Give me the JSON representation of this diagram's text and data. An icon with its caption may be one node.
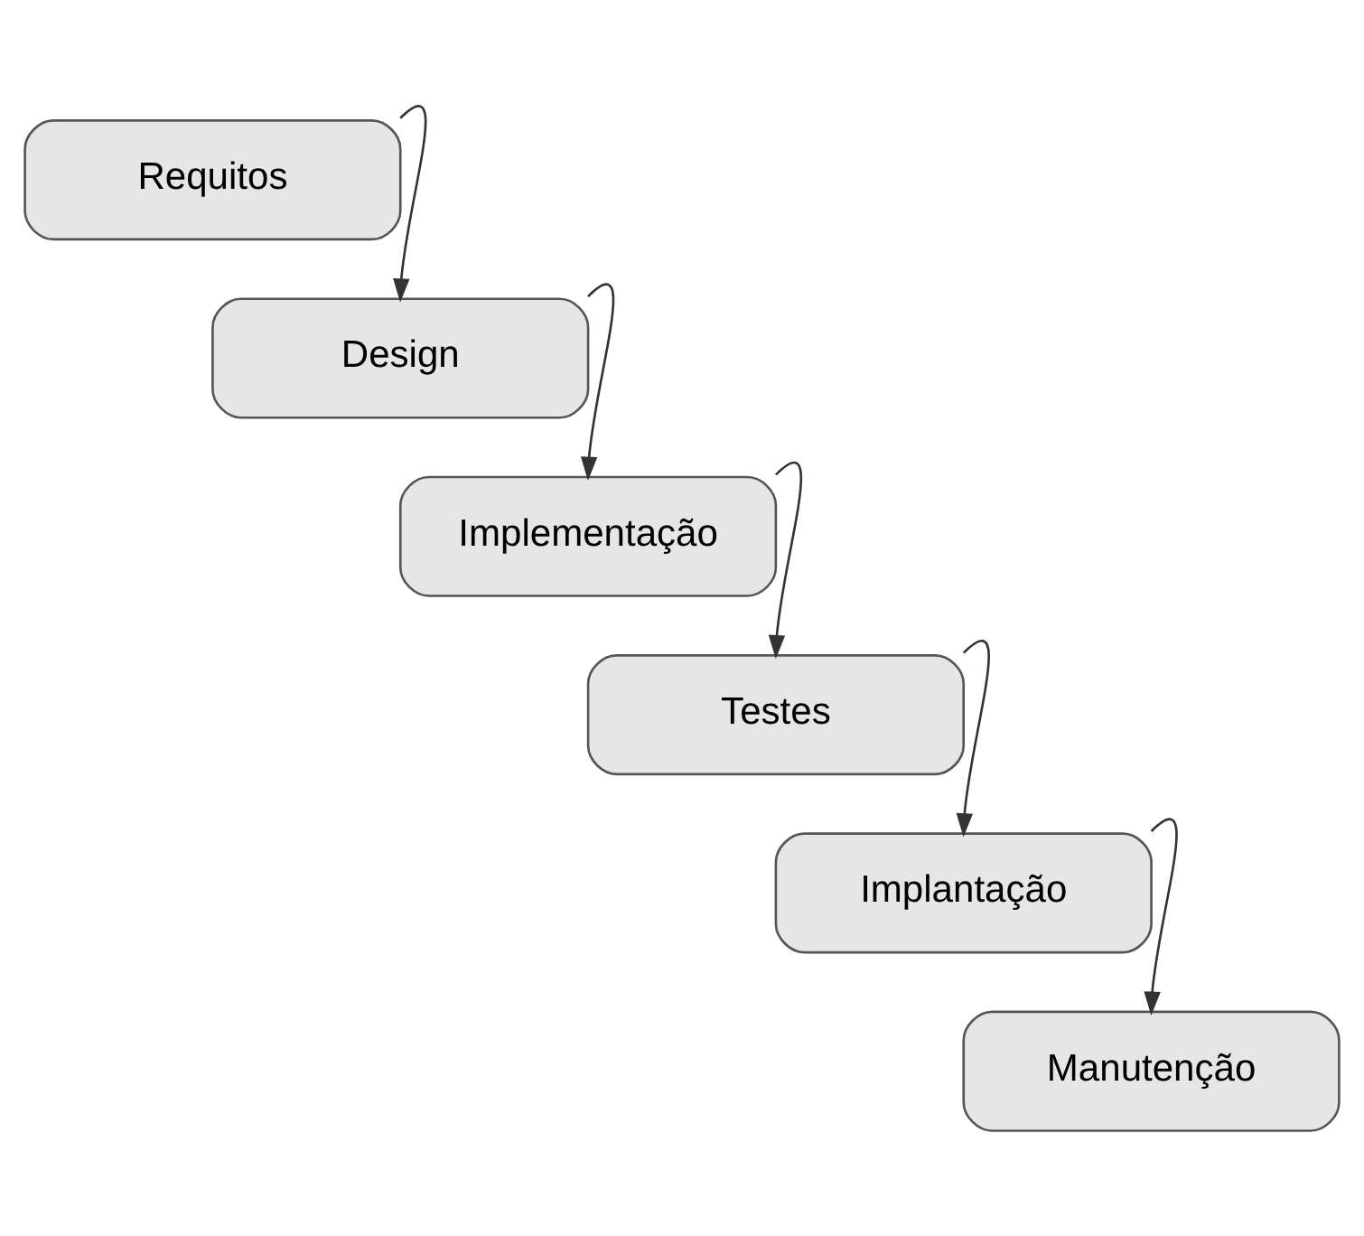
{
  "diagram": {
    "nodes": [
      {
        "text": [
          "Requitos"
        ]
      },
      {
        "text": [
          "Design"
        ]
      },
      {
        "text": [
          "Implementação"
        ]
      },
      {
        "text": [
          "Testes"
        ]
      },
      {
        "text": [
          "Implantação"
        ]
      },
      {
        "text": [
          "Manutenção"
        ]
      }
    ],
    "edges": [
      {
        "from": 0,
        "to": 1,
        "arrow": "to"
      },
      {
        "from": 1,
        "to": 2,
        "arrow": "to"
      },
      {
        "from": 2,
        "to": 3,
        "arrow": "to"
      },
      {
        "from": 3,
        "to": 4,
        "arrow": "to"
      },
      {
        "from": 4,
        "to": 5,
        "arrow": "to"
      }
    ]
  }
}
